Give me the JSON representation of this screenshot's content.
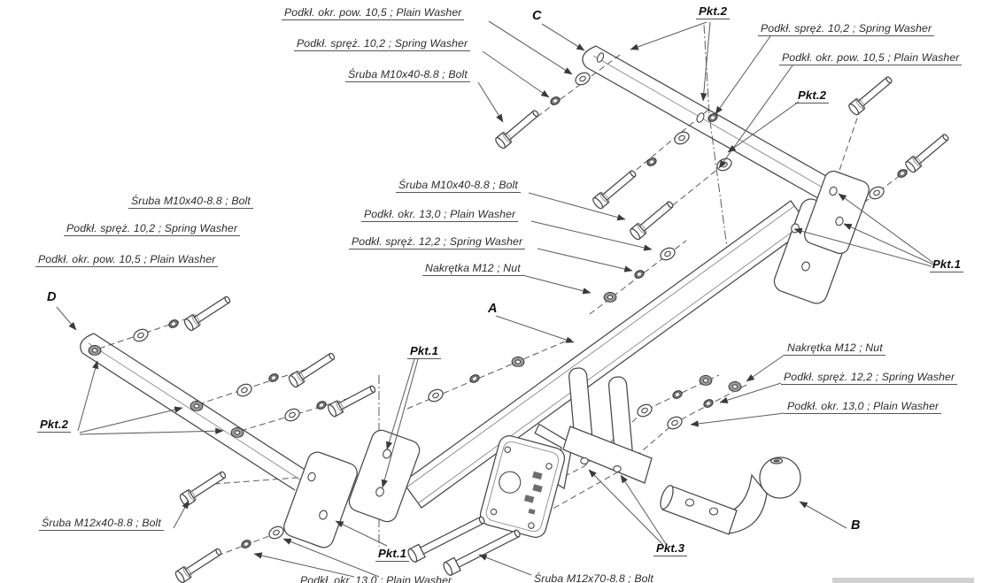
{
  "colors": {
    "background": "#ffffff",
    "line": "#474747",
    "text": "#2d2d2d",
    "label_dark": "#0f0f0f"
  },
  "part_labels": {
    "crossbar": "A",
    "towball": "B",
    "right_bracket": "C",
    "left_bracket": "D"
  },
  "point_labels": {
    "pkt1": "Pkt.1",
    "pkt2": "Pkt.2",
    "pkt3": "Pkt.3"
  },
  "callouts": {
    "plain_washer_105": "Podkł. okr. pow. 10,5 ; Plain Washer",
    "spring_washer_102": "Podkł. spręż. 10,2 ; Spring Washer",
    "bolt_m10x40": "Śruba M10x40-8.8 ;  Bolt",
    "plain_washer_130": "Podkł. okr. 13,0 ;  Plain Washer",
    "spring_washer_122": "Podkł. spręż. 12,2 ; Spring Washer",
    "nut_m12": "Nakrętka  M12 ; Nut",
    "bolt_m12x40": "Śruba M12x40-8.8 ;  Bolt",
    "bolt_m12x70": "Śruba M12x70-8.8 ;  Bolt"
  }
}
